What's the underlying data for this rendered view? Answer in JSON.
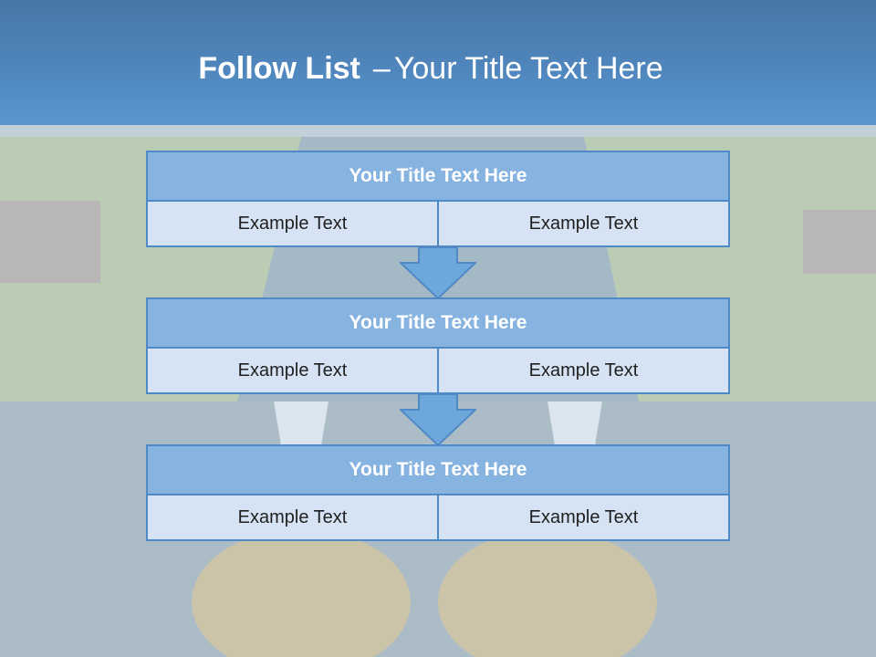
{
  "slide": {
    "title_strong": "Follow List",
    "title_sep": "–",
    "title_rest": "Your Title Text Here"
  },
  "steps": [
    {
      "title": "Your Title Text Here",
      "left": "Example Text",
      "right": "Example Text"
    },
    {
      "title": "Your Title Text Here",
      "left": "Example Text",
      "right": "Example Text"
    },
    {
      "title": "Your Title Text Here",
      "left": "Example Text",
      "right": "Example Text"
    }
  ],
  "colors": {
    "header": "#4f86bd",
    "title_fill": "#86b3e0",
    "cell_fill": "#d6e3f4",
    "border": "#4f8ac7",
    "arrow": "#6ea7dc"
  }
}
